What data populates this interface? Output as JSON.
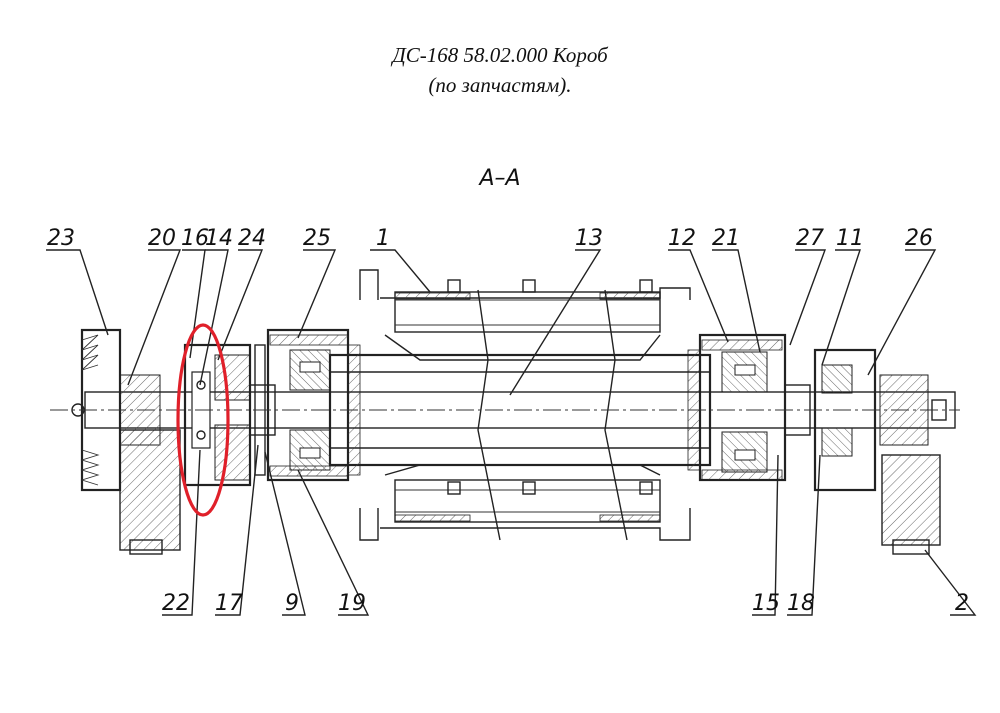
{
  "title": {
    "line1": "ДС-168 58.02.000 Короб",
    "line2": "(по запчастям)."
  },
  "section_label": "А–А",
  "callouts": {
    "top": [
      "23",
      "20",
      "16",
      "14",
      "24",
      "25",
      "1",
      "13",
      "12",
      "21",
      "27",
      "11",
      "26"
    ],
    "bottom": [
      "22",
      "17",
      "9",
      "19",
      "15",
      "18",
      "2"
    ]
  },
  "highlight": {
    "color": "#e0202a",
    "target_callouts": [
      "16",
      "14",
      "22"
    ]
  },
  "colors": {
    "ink": "#111111",
    "background": "#ffffff"
  }
}
